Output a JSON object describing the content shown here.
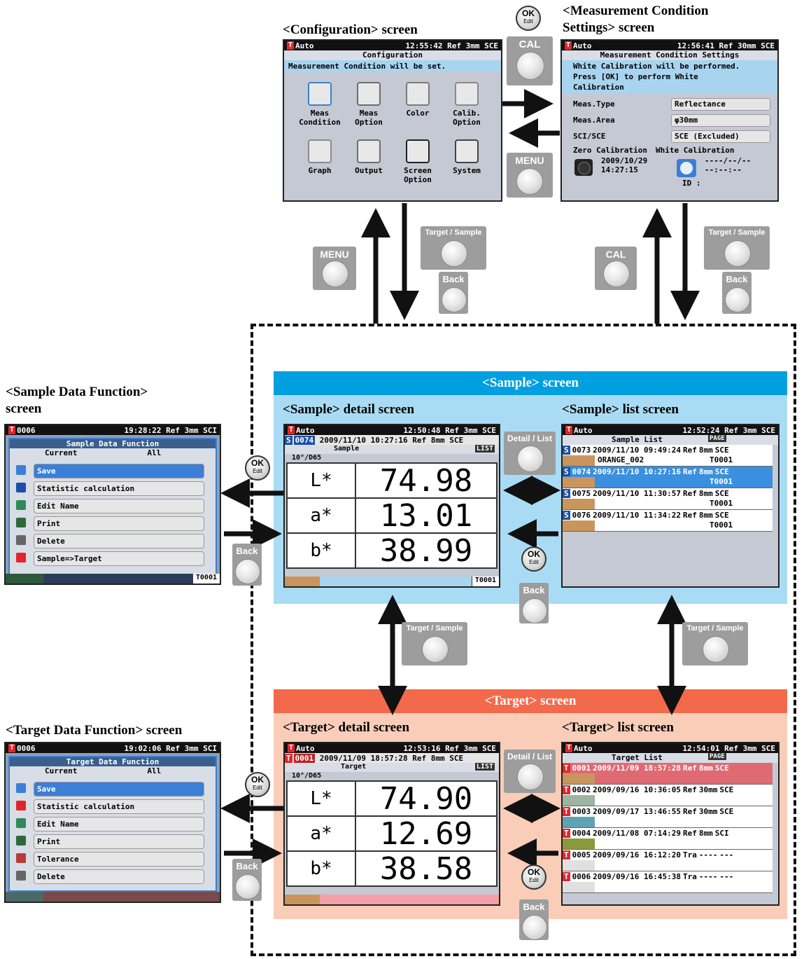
{
  "labels": {
    "config_screen": "<Configuration> screen",
    "meas_cond_screen_l1": "<Measurement Condition",
    "meas_cond_screen_l2": "Settings> screen",
    "sample_data_function_l1": "<Sample Data Function>",
    "sample_data_function_l2": "screen",
    "target_data_function": "<Target Data Function> screen",
    "sample_banner": "<Sample> screen",
    "sample_detail": "<Sample> detail screen",
    "sample_list": "<Sample> list screen",
    "target_banner": "<Target> screen",
    "target_detail": "<Target> detail screen",
    "target_list": "<Target> list screen"
  },
  "buttons": {
    "cal": "CAL",
    "menu": "MENU",
    "target_sample": "Target / Sample",
    "back": "Back",
    "detail_list": "Detail / List",
    "ok": "OK",
    "edit": "Edit"
  },
  "config": {
    "status_left": "Auto",
    "status_right": "12:55:42 Ref 3mm SCE",
    "title": "Configuration",
    "info": "Measurement Condition will be set.",
    "items": [
      {
        "l1": "Meas",
        "l2": "Condition"
      },
      {
        "l1": "Meas",
        "l2": "Option"
      },
      {
        "l1": "Color",
        "l2": ""
      },
      {
        "l1": "Calib.",
        "l2": "Option"
      },
      {
        "l1": "Graph",
        "l2": ""
      },
      {
        "l1": "Output",
        "l2": ""
      },
      {
        "l1": "Screen",
        "l2": "Option"
      },
      {
        "l1": "System",
        "l2": ""
      }
    ]
  },
  "meas": {
    "status_left": "Auto",
    "status_right": "12:56:41 Ref 30mm SCE",
    "title": "Measurement Condition Settings",
    "info_l1": "White Calibration will be performed.",
    "info_l2": "Press [OK] to perform White",
    "info_l3": "Calibration",
    "rows": [
      {
        "k": "Meas.Type",
        "v": "Reflectance"
      },
      {
        "k": "Meas.Area",
        "v": "φ30mm"
      },
      {
        "k": "SCI/SCE",
        "v": "SCE (Excluded)"
      }
    ],
    "zero_cal": "Zero Calibration",
    "white_cal": "White Calibration",
    "zero_date": "2009/10/29",
    "zero_time": "14:27:15",
    "white_date": "----/--/--",
    "white_time": "--:--:--",
    "id": "ID :"
  },
  "sample_detail": {
    "status_left": "Auto",
    "status_right": "12:50:48 Ref 3mm SCE",
    "num": "0074",
    "date": "2009/11/10 10:27:16",
    "ref": "Ref",
    "area": "8mm",
    "mode": "SCE",
    "title": "Sample",
    "list_tag": "LIST",
    "illum": "10°/D65",
    "L": "L*",
    "Lv": "74.98",
    "a": "a*",
    "av": "13.01",
    "b": "b*",
    "bv": "38.99",
    "footer_id": "T0001"
  },
  "sample_list": {
    "status_left": "Auto",
    "status_right": "12:52:24 Ref 3mm SCE",
    "title": "Sample List",
    "page": "PAGE",
    "rows": [
      {
        "num": "0073",
        "date": "2009/11/10 09:49:24",
        "ref": "Ref",
        "area": "8mm",
        "mode": "SCE",
        "name": "ORANGE_002",
        "tgt": "T0001"
      },
      {
        "num": "0074",
        "date": "2009/11/10 10:27:16",
        "ref": "Ref",
        "area": "8mm",
        "mode": "SCE",
        "name": "",
        "tgt": "T0001"
      },
      {
        "num": "0075",
        "date": "2009/11/10 11:30:57",
        "ref": "Ref",
        "area": "8mm",
        "mode": "SCE",
        "name": "",
        "tgt": "T0001"
      },
      {
        "num": "0076",
        "date": "2009/11/10 11:34:22",
        "ref": "Ref",
        "area": "8mm",
        "mode": "SCE",
        "name": "",
        "tgt": "T0001"
      }
    ]
  },
  "sample_func": {
    "status_left": "0006",
    "status_right": "19:28:22 Ref 3mm SCI",
    "title": "Sample Data Function",
    "tab_current": "Current",
    "tab_all": "All",
    "items": [
      "Save",
      "Statistic calculation",
      "Edit Name",
      "Print",
      "Delete",
      "Sample=>Target"
    ],
    "footer_id": "T0001"
  },
  "target_detail": {
    "status_left": "Auto",
    "status_right": "12:53:16 Ref 3mm SCE",
    "num": "0001",
    "date": "2009/11/09 18:57:28",
    "ref": "Ref",
    "area": "8mm",
    "mode": "SCE",
    "title": "Target",
    "list_tag": "LIST",
    "illum": "10°/D65",
    "L": "L*",
    "Lv": "74.90",
    "a": "a*",
    "av": "12.69",
    "b": "b*",
    "bv": "38.58"
  },
  "target_list": {
    "status_left": "Auto",
    "status_right": "12:54:01 Ref 3mm SCE",
    "title": "Target List",
    "page": "PAGE",
    "rows": [
      {
        "num": "0001",
        "date": "2009/11/09 18:57:28",
        "ref": "Ref",
        "area": "8mm",
        "mode": "SCE"
      },
      {
        "num": "0002",
        "date": "2009/09/16 10:36:05",
        "ref": "Ref",
        "area": "30mm",
        "mode": "SCE"
      },
      {
        "num": "0003",
        "date": "2009/09/17 13:46:55",
        "ref": "Ref",
        "area": "30mm",
        "mode": "SCE"
      },
      {
        "num": "0004",
        "date": "2009/11/08 07:14:29",
        "ref": "Ref",
        "area": "8mm",
        "mode": "SCI"
      },
      {
        "num": "0005",
        "date": "2009/09/16 16:12:20",
        "ref": "Tra",
        "area": "----",
        "mode": "---"
      },
      {
        "num": "0006",
        "date": "2009/09/16 16:45:38",
        "ref": "Tra",
        "area": "----",
        "mode": "---"
      }
    ]
  },
  "target_func": {
    "status_left": "0006",
    "status_right": "19:02:06 Ref 3mm SCI",
    "title": "Target Data Function",
    "tab_current": "Current",
    "tab_all": "All",
    "items": [
      "Save",
      "Statistic calculation",
      "Edit Name",
      "Print",
      "Tolerance",
      "Delete"
    ]
  },
  "colors": {
    "sample_banner": "#00a0e0",
    "sample_bg": "#a9dcf4",
    "target_banner": "#f26a4b",
    "target_bg": "#f9cdb8",
    "button_gray": "#9d9d9d"
  }
}
